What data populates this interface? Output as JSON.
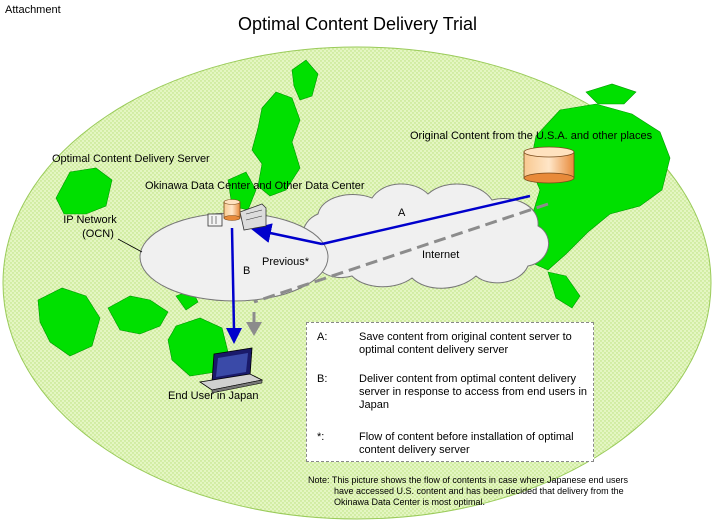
{
  "header": {
    "attachment": "Attachment",
    "title": "Optimal Content Delivery Trial"
  },
  "diagram": {
    "original_content": "Original Content from the U.S.A. and other places",
    "server_label": "Optimal Content Delivery Server",
    "datacenter_label": "Okinawa Data Center and Other Data Center",
    "ip_network_line1": "IP Network",
    "ip_network_line2": "(OCN)",
    "internet_label": "Internet",
    "previous_label": "Previous*",
    "arrow_a": "A",
    "arrow_b": "B",
    "end_user": "End User in Japan"
  },
  "legend": {
    "items": [
      {
        "key": "A:",
        "text": "Save content from original content server to optimal content delivery server"
      },
      {
        "key": "B:",
        "text": "Deliver content from optimal content delivery server in response to access from end users in Japan"
      },
      {
        "key": "*:",
        "text": "Flow of content before installation of optimal content delivery server"
      }
    ]
  },
  "note": {
    "line1": "Note: This picture shows the flow of contents in case where Japanese end users",
    "line2": "have accessed U.S. content and has been decided that delivery from the",
    "line3": "Okinawa Data Center is most optimal."
  },
  "colors": {
    "globe": "#d8f2a8",
    "land": "#00ee00",
    "arrow_blue": "#0000cc",
    "arrow_gray": "#8c8c8c",
    "server_orange": "#f5a860"
  }
}
